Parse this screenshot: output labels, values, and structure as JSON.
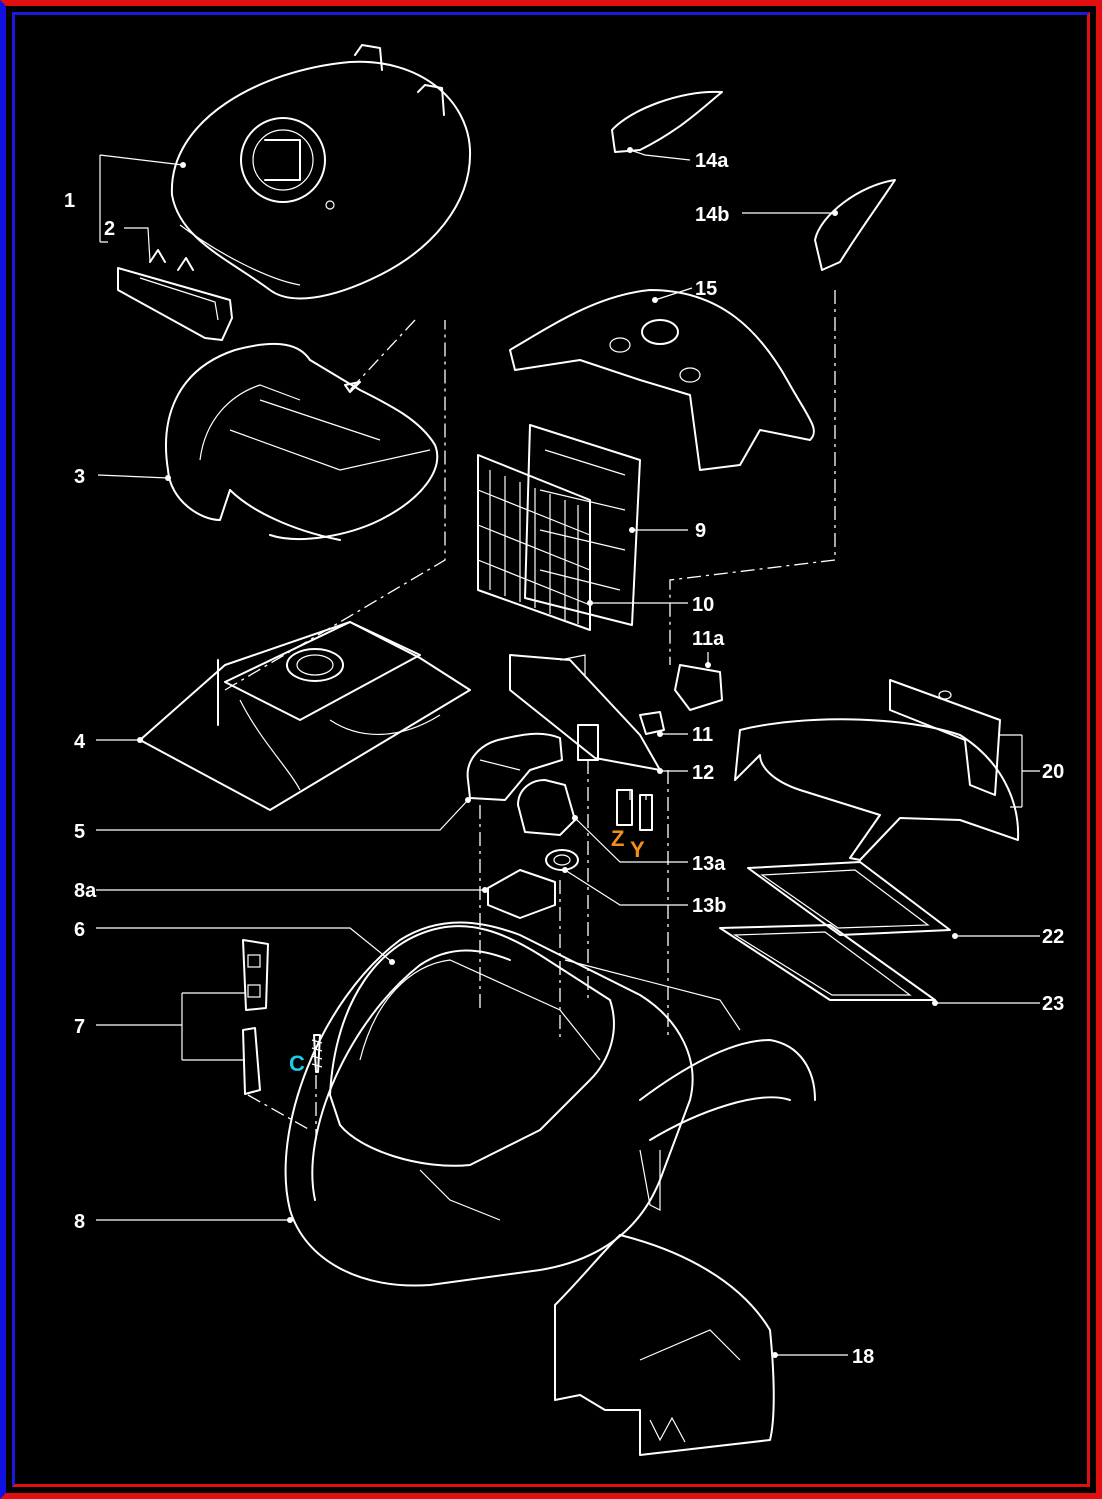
{
  "colors": {
    "background": "#000000",
    "line": "#ffffff",
    "frame_outer_red": "#e01010",
    "frame_outer_blue": "#1010e0",
    "marker_z": "#f39018",
    "marker_y": "#f39018",
    "marker_c": "#20c8e8"
  },
  "labels": {
    "p1": "1",
    "p2": "2",
    "p3": "3",
    "p4": "4",
    "p5": "5",
    "p6": "6",
    "p7": "7",
    "p8": "8",
    "p8a": "8a",
    "p9": "9",
    "p10": "10",
    "p11": "11",
    "p11a": "11a",
    "p12": "12",
    "p13a": "13a",
    "p13b": "13b",
    "p14a": "14a",
    "p14b": "14b",
    "p15": "15",
    "p18": "18",
    "p20": "20",
    "p22": "22",
    "p23": "23"
  },
  "markers": {
    "z": "Z",
    "y": "Y",
    "c": "C"
  }
}
